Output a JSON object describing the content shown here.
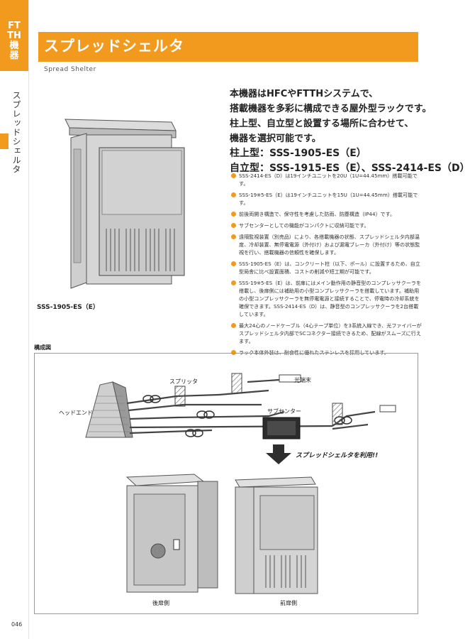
{
  "sidebar": {
    "category": "FTTH機器",
    "section": "スプレッドシェルタ"
  },
  "header": {
    "title": "スプレッドシェルタ",
    "subtitle": "Spread Shelter"
  },
  "intro": {
    "lines": [
      "本機器はHFCやFTTHシステムで、",
      "搭載機器を多彩に構成できる屋外型ラックです。",
      "柱上型、自立型と設置する場所に合わせて、",
      "機器を選択可能です。"
    ],
    "model_pole": "柱上型：SSS-1905-ES（E）",
    "model_stand": "自立型：SSS-1915-ES（E）、SSS-2414-ES（D）"
  },
  "features": [
    "SSS-2414-ES（D）は19インチユニットを20U（1U=44.45mm）搭載可能です。",
    "SSS-19※5-ES（E）は19インチユニットを15U（1U=44.45mm）搭載可能です。",
    "前後両開き構造で、保守性を考慮した防雨、防塵構造（IP44）です。",
    "サブセンターとしての機能がコンパクトに収納可能です。",
    "遠隔監視装置（別売品）により、各搭載機器の状態、スプレッドシェルタ内部温度、冷却装置、無停電電源（外付け）および漏電ブレーカ（外付け）等の状態監視を行い、搭載機器の信頼性を確保します。",
    "SSS-1905-ES（E）は、コンクリート柱（以下、ポール）に設置するため、自立型局舎に比べ設置面積、コストの削減や短工期が可能です。",
    "SSS-19※5-ES（E）は、前扉にはメイン動作用の静音型のコンプレッサクーラを搭載し、後扉側には補助用の小型コンプレッサクーラを搭載しています。補助用の小型コンプレッサクーラを無停電電源と接続することで、停電時の冷却系統を確保できます。SSS-2414-ES（D）は、静音型のコンプレッサクーラを2台搭載しています。",
    "最大24心のノードケーブル（4心テープ単位）を3系統入線でき、光ファイバーがスプレッドシェルタ内部でSCコネクター接続できるため、配線がスムーズに行えます。",
    "ラック本体外装は、耐食性に優れたステンレスを採用しています。"
  ],
  "photo_caption": "SSS-1905-ES（E）",
  "diagram": {
    "label": "構成図",
    "splitter": "スプリッタ",
    "optical_terminal": "光端末",
    "headend": "ヘッドエンド",
    "subcenter": "サブセンター",
    "callout": "スプレッドシェルタを利用!!",
    "rear_caption": "後扉側",
    "front_caption": "前扉側"
  },
  "page_number": "046",
  "colors": {
    "accent": "#f29a1e"
  }
}
